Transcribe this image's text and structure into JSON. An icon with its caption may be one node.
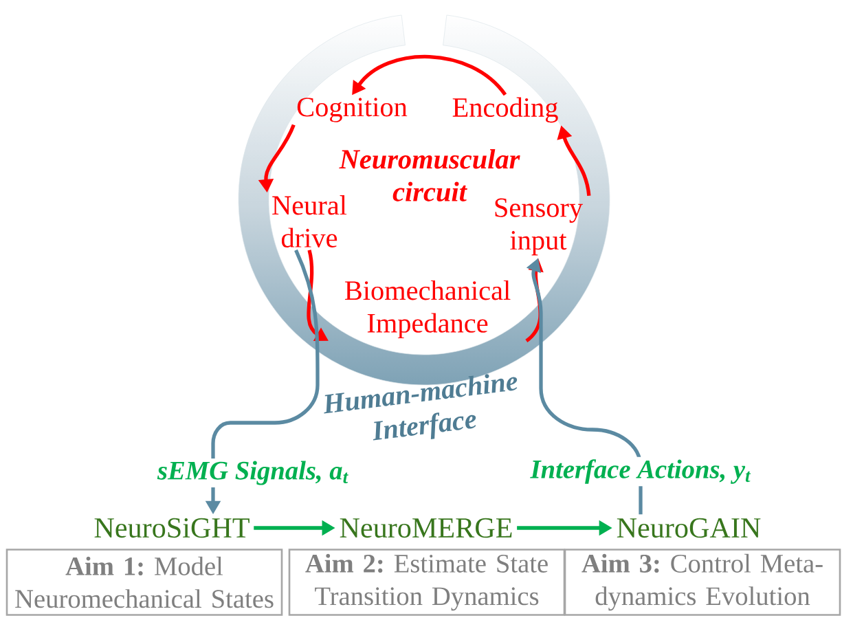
{
  "diagram": {
    "nodes": [
      {
        "text": [
          "Human-machine Interface"
        ]
      },
      {
        "text": [
          "Cognition"
        ],
        "in": 0
      },
      {
        "text": [
          "Encoding"
        ],
        "in": 0
      },
      {
        "text": [
          "Neural drive"
        ],
        "in": 0
      },
      {
        "text": [
          "Sensory input"
        ],
        "in": 0
      },
      {
        "text": [
          "Biomechanical Impedance"
        ],
        "in": 0
      },
      {
        "text": [
          "NeuroSiGHT"
        ]
      },
      {
        "text": [
          "NeuroMERGE"
        ]
      },
      {
        "text": [
          "NeuroGAIN"
        ]
      },
      {
        "text": [
          "**Aim 1:** Model Neuromechanical States"
        ]
      },
      {
        "text": [
          "**Aim 2:** Estimate State Transition Dynamics"
        ]
      },
      {
        "text": [
          "**Aim 3:** Control Meta-dynamics Evolution"
        ]
      }
    ],
    "edges": [
      {
        "from": 2,
        "to": 1,
        "arrow": "to"
      },
      {
        "from": 1,
        "to": 3,
        "arrow": "to"
      },
      {
        "from": 3,
        "to": 5,
        "arrow": "to"
      },
      {
        "from": 5,
        "to": 4,
        "arrow": "to"
      },
      {
        "from": 4,
        "to": 2,
        "arrow": "to"
      },
      {
        "from": 3,
        "to": 6,
        "arrow": "to",
        "label": "sEMG Signals, a$_{t}$",
        "color": "#5b8aa2"
      },
      {
        "from": 8,
        "to": 4,
        "arrow": "to",
        "label": "Interface Actions, y$_{t}$",
        "color": "#5b8aa2"
      },
      {
        "from": 6,
        "to": 7,
        "arrow": "to",
        "color": "#00b050"
      },
      {
        "from": 7,
        "to": 8,
        "arrow": "to",
        "color": "#00b050"
      }
    ],
    "labels": [
      "Neuromuscular circuit"
    ]
  }
}
